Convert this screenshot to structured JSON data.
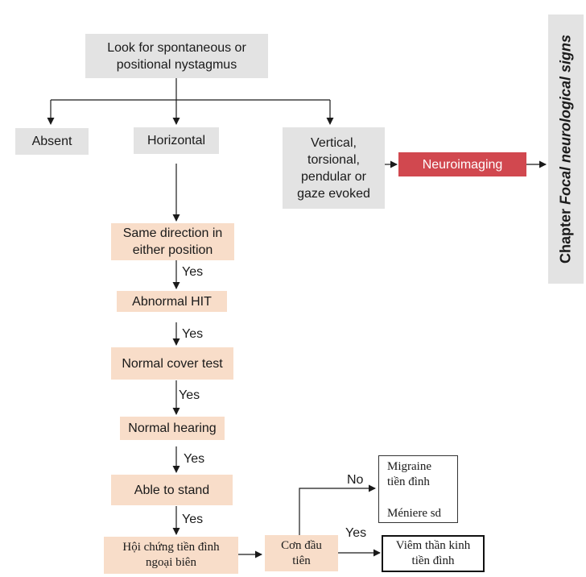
{
  "flow": {
    "start": "Look for spontaneous or positional nystagmus",
    "absent": "Absent",
    "horizontal": "Horizontal",
    "vertical": "Vertical, torsional, pendular or gaze evoked",
    "neuroimaging": "Neuroimaging",
    "same_direction": "Same direction in either position",
    "abnormal_hit": "Abnormal HIT",
    "cover_test": "Normal cover test",
    "hearing": "Normal hearing",
    "stand": "Able to stand",
    "syndrome": "Hội chứng tiền đình ngoại biên",
    "first_headache": "Cơn đầu tiên",
    "migraine": "Migraine tiền đình",
    "meniere": "Méniere sd",
    "neuritis": "Viêm thần kinh tiền đình",
    "yes": "Yes",
    "no": "No"
  },
  "side_tab": {
    "prefix": "Chapter ",
    "title": "Focal neurological signs"
  },
  "colors": {
    "grey_box": "#e3e3e3",
    "peach_box": "#f8ddc9",
    "accent_red": "#d1484f"
  }
}
